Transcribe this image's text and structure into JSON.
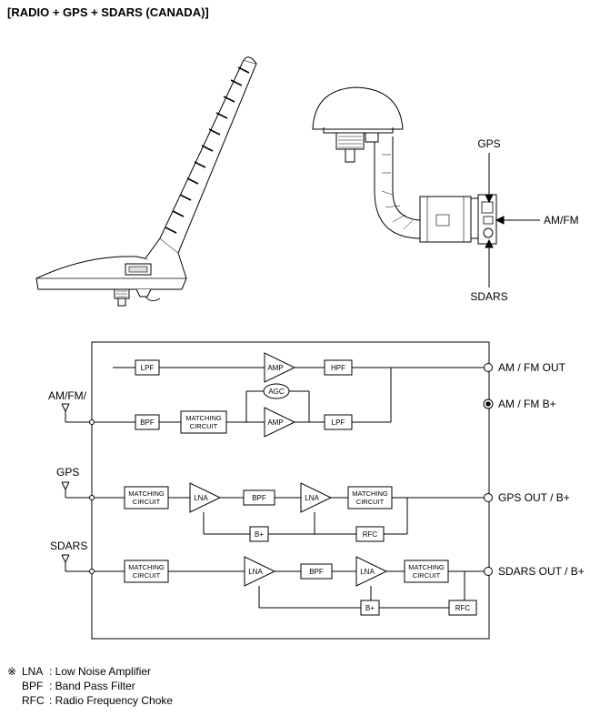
{
  "title": "[RADIO + GPS + SDARS (CANADA)]",
  "connector_labels": {
    "gps": "GPS",
    "amfm": "AM/FM",
    "sdars": "SDARS"
  },
  "inputs": {
    "amfm": "AM/FM/",
    "gps": "GPS",
    "sdars": "SDARS"
  },
  "outputs": {
    "amfm_out": "AM / FM OUT",
    "amfm_b": "AM / FM B+",
    "gps_out": "GPS OUT / B+",
    "sdars_out": "SDARS OUT / B+"
  },
  "blocks": {
    "lpf": "LPF",
    "bpf": "BPF",
    "hpf": "HPF",
    "amp": "AMP",
    "agc": "AGC",
    "lna": "LNA",
    "bplus": "B+",
    "rfc": "RFC",
    "matching_l1": "MATCHING",
    "matching_l2": "CIRCUIT"
  },
  "legend": {
    "mark": "※",
    "items": [
      {
        "abbr": "LNA",
        "text": ": Low Noise Amplifier"
      },
      {
        "abbr": "BPF",
        "text": ": Band Pass Filter"
      },
      {
        "abbr": "RFC",
        "text": ": Radio Frequency Choke"
      }
    ]
  }
}
